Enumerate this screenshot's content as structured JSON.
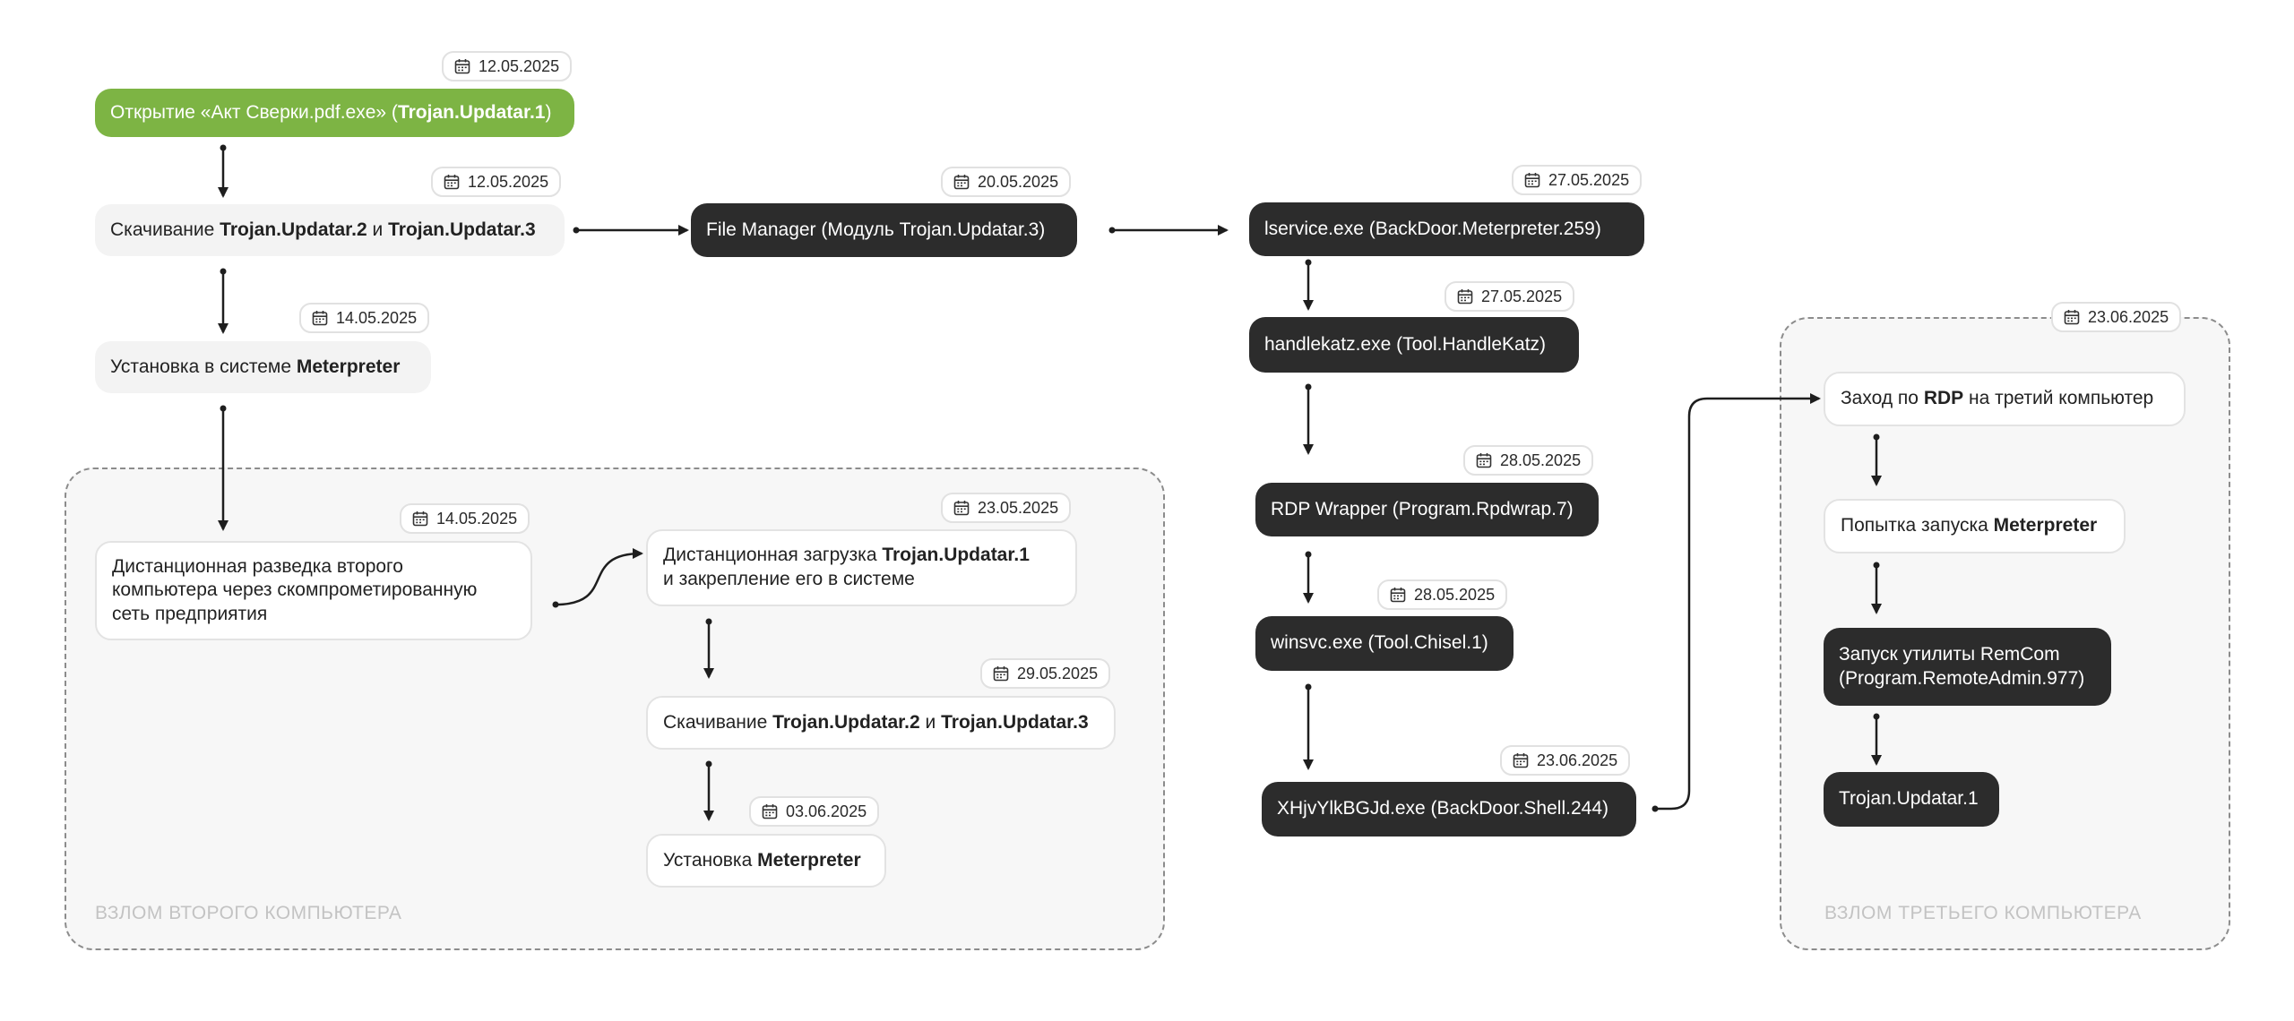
{
  "colors": {
    "green": "#7db444",
    "dark": "#2c2c2c",
    "light": "#f3f3f3",
    "group_bg": "#f7f7f7",
    "line": "#1e1e1e"
  },
  "icons": {
    "date": "calendar-icon"
  },
  "groups": {
    "second": {
      "title": "ВЗЛОМ ВТОРОГО КОМПЬЮТЕРА"
    },
    "third": {
      "title": "ВЗЛОМ ТРЕТЬЕГО КОМПЬЮТЕРА"
    }
  },
  "nodes": {
    "open": {
      "date": "12.05.2025",
      "pre": "Открытие «Акт Сверки.pdf.exe» (",
      "b1": "Trojan.Updatar.1",
      "post": ")"
    },
    "download": {
      "date": "12.05.2025",
      "pre": "Скачивание ",
      "b1": "Trojan.Updatar.2",
      "mid": " и ",
      "b2": "Trojan.Updatar.3"
    },
    "install": {
      "date": "14.05.2025",
      "pre": "Установка в системе ",
      "b1": "Meterpreter"
    },
    "filemanager": {
      "date": "20.05.2025",
      "text": "File Manager (Модуль Trojan.Updatar.3)"
    },
    "recon": {
      "date": "14.05.2025",
      "text": "Дистанционная разведка второго компьютера через скомпрометированную сеть предприятия"
    },
    "remote_dl": {
      "date": "23.05.2025",
      "pre": "Дистанционная загрузка ",
      "b1": "Trojan.Updatar.1",
      "post": "и закрепление его в системе"
    },
    "download2": {
      "date": "29.05.2025",
      "pre": "Скачивание ",
      "b1": "Trojan.Updatar.2",
      "mid": " и ",
      "b2": "Trojan.Updatar.3"
    },
    "install2": {
      "date": "03.06.2025",
      "pre": "Установка ",
      "b1": "Meterpreter"
    },
    "lservice": {
      "date": "27.05.2025",
      "text": "lservice.exe (BackDoor.Meterpreter.259)"
    },
    "handlekatz": {
      "date": "27.05.2025",
      "text": "handlekatz.exe (Tool.HandleKatz)"
    },
    "rdpwrap": {
      "date": "28.05.2025",
      "text": "RDP Wrapper (Program.Rpdwrap.7)"
    },
    "winsvc": {
      "date": "28.05.2025",
      "text": "winsvc.exe (Tool.Chisel.1)"
    },
    "xhj": {
      "date": "23.06.2025",
      "text": "XHjvYlkBGJd.exe (BackDoor.Shell.244)"
    },
    "rdp3": {
      "date": "23.06.2025",
      "pre": "Заход по ",
      "b1": "RDP",
      "post": " на третий компьютер"
    },
    "attempt": {
      "pre": "Попытка запуска ",
      "b1": "Meterpreter"
    },
    "remcom": {
      "text": "Запуск утилиты RemCom (Program.RemoteAdmin.977)"
    },
    "updatar1": {
      "text": "Trojan.Updatar.1"
    }
  }
}
